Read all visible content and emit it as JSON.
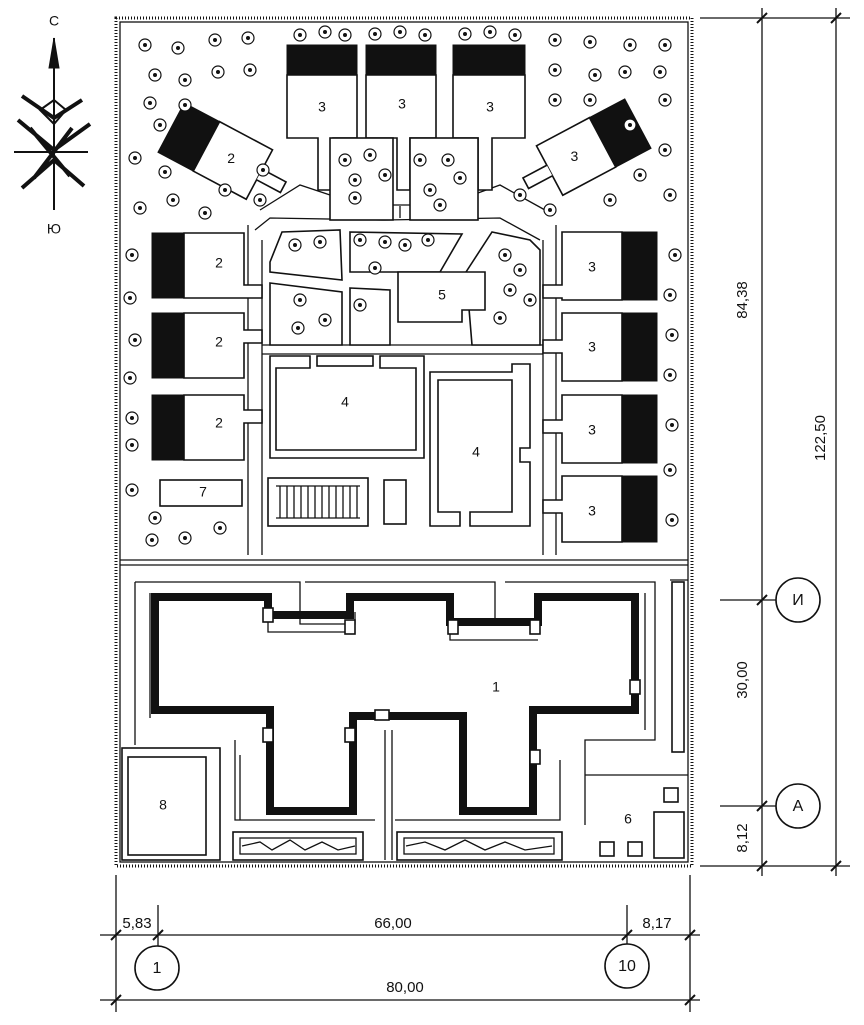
{
  "compass": {
    "north": "С",
    "south": "Ю"
  },
  "zones": [
    {
      "id": "bldg-main",
      "number": "1"
    },
    {
      "id": "house-nw",
      "number": "2"
    },
    {
      "id": "house-w1",
      "number": "2"
    },
    {
      "id": "house-w2",
      "number": "2"
    },
    {
      "id": "house-w3",
      "number": "2"
    },
    {
      "id": "house-n1",
      "number": "3"
    },
    {
      "id": "house-n2",
      "number": "3"
    },
    {
      "id": "house-n3",
      "number": "3"
    },
    {
      "id": "house-ne",
      "number": "3"
    },
    {
      "id": "house-e1",
      "number": "3"
    },
    {
      "id": "house-e2",
      "number": "3"
    },
    {
      "id": "house-e3",
      "number": "3"
    },
    {
      "id": "house-e4",
      "number": "3"
    },
    {
      "id": "court-left",
      "number": "4"
    },
    {
      "id": "court-right",
      "number": "4"
    },
    {
      "id": "pavilion",
      "number": "5"
    },
    {
      "id": "service-block",
      "number": "6"
    },
    {
      "id": "west-lot",
      "number": "7"
    },
    {
      "id": "sw-lot",
      "number": "8"
    }
  ],
  "dimensions": {
    "left_offset": "5,83",
    "span_axes": "66,00",
    "right_offset": "8,17",
    "total_width": "80,00",
    "north_depth": "84,38",
    "total_depth": "122,50",
    "mid_depth": "30,00",
    "south_depth": "8,12"
  },
  "axes": {
    "axis_1": "1",
    "axis_10": "10",
    "axis_I": "И",
    "axis_A": "А"
  }
}
